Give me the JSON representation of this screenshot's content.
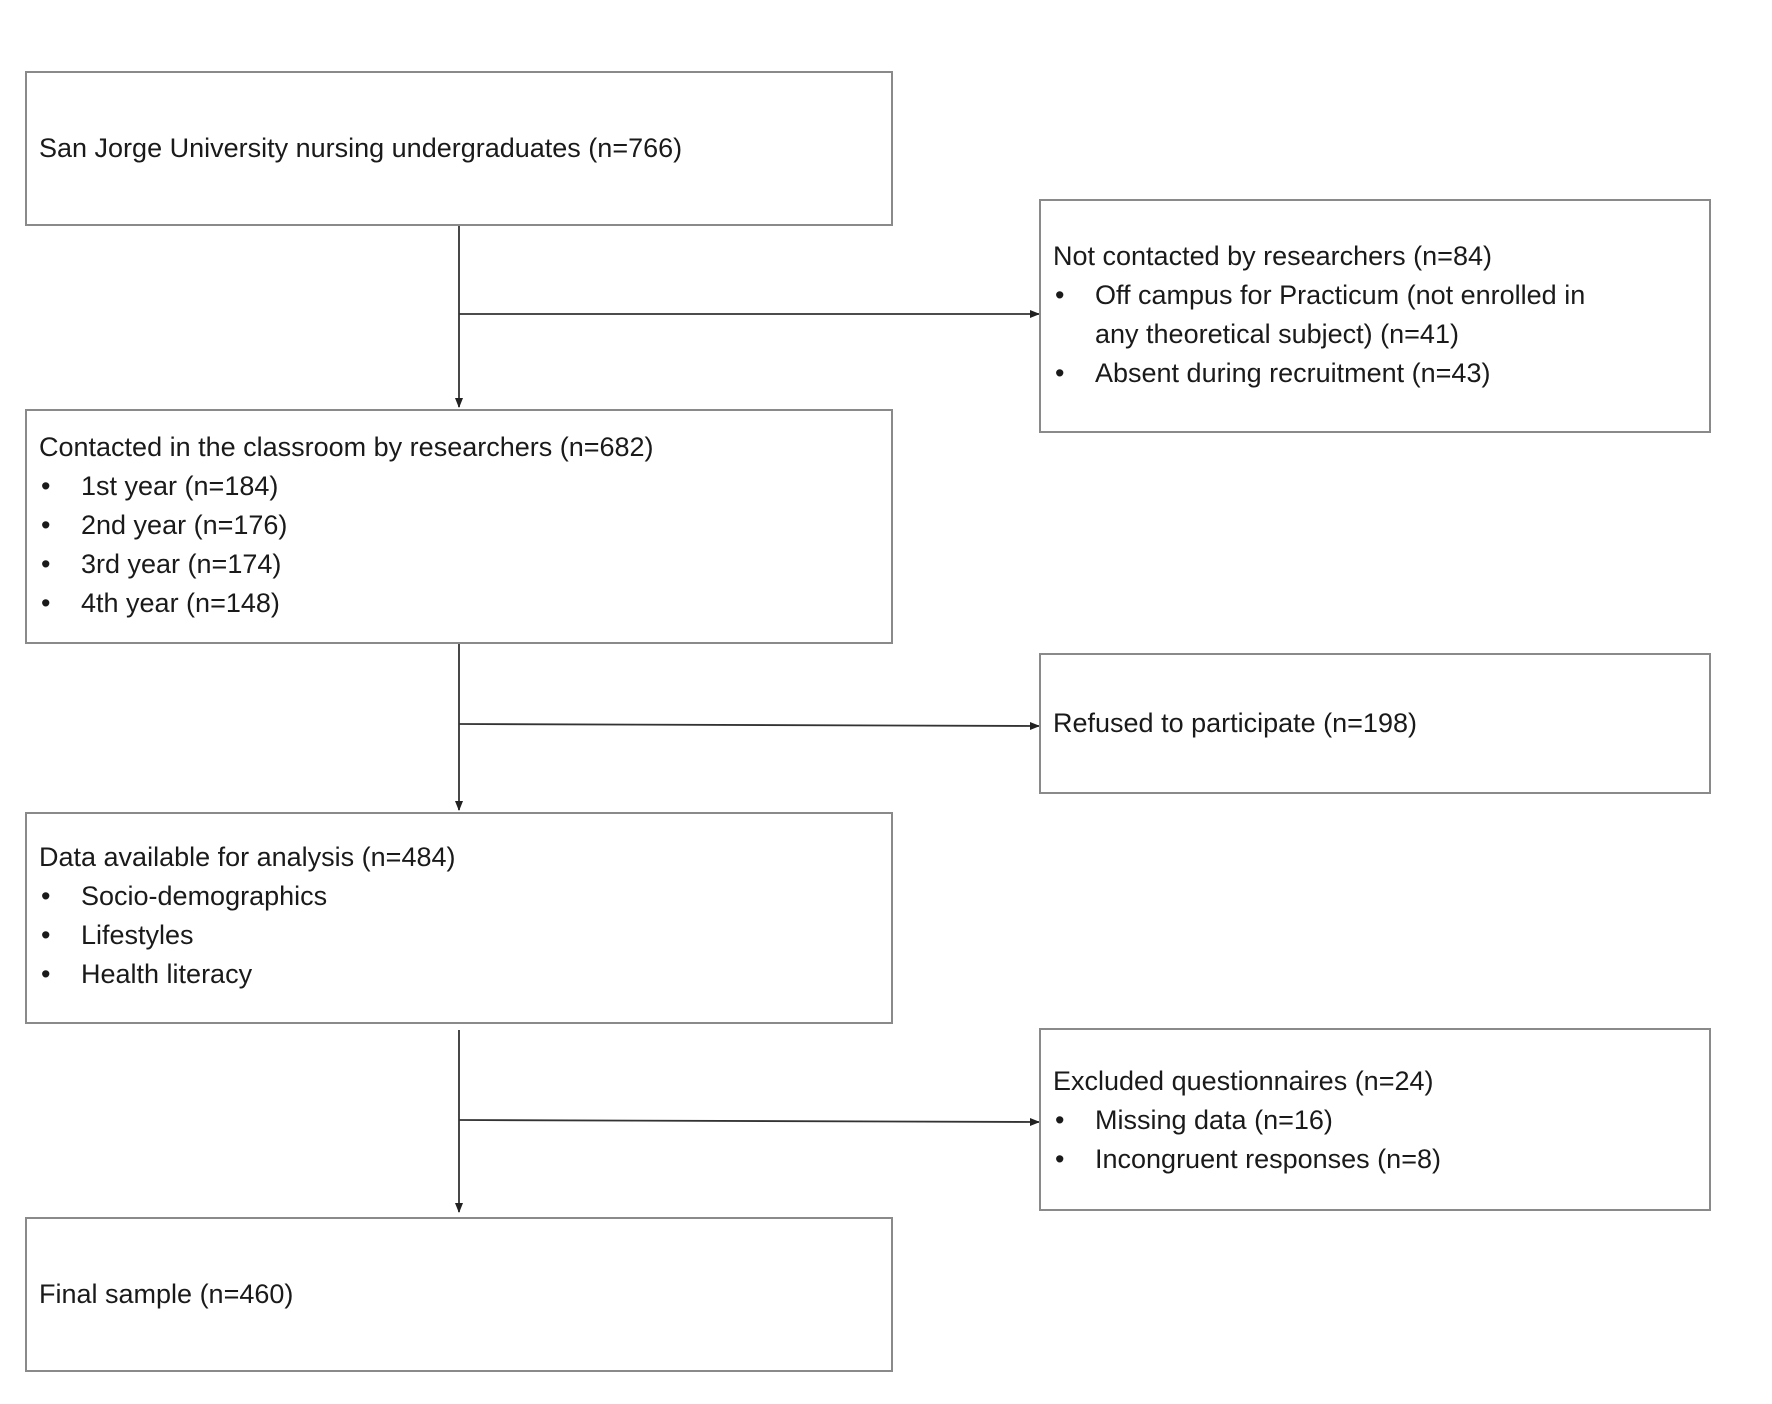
{
  "boxes": {
    "population": {
      "text": "San Jorge University nursing undergraduates (n=766)"
    },
    "not_contacted": {
      "title": "Not contacted by researchers (n=84)",
      "items": [
        {
          "line1": "Off campus for Practicum (not enrolled in",
          "line2": "any theoretical subject) (n=41)"
        },
        {
          "line1": "Absent during recruitment (n=43)"
        }
      ]
    },
    "contacted": {
      "title": "Contacted in the classroom by researchers (n=682)",
      "items": [
        "1st year (n=184)",
        "2nd year (n=176)",
        "3rd year (n=174)",
        "4th year (n=148)"
      ]
    },
    "refused": {
      "text": "Refused to participate (n=198)"
    },
    "available": {
      "title": "Data available for analysis (n=484)",
      "items": [
        "Socio-demographics",
        "Lifestyles",
        "Health literacy"
      ]
    },
    "excluded": {
      "title": "Excluded questionnaires (n=24)",
      "items": [
        "Missing data (n=16)",
        "Incongruent responses (n=8)"
      ]
    },
    "final": {
      "text": "Final sample (n=460)"
    }
  }
}
